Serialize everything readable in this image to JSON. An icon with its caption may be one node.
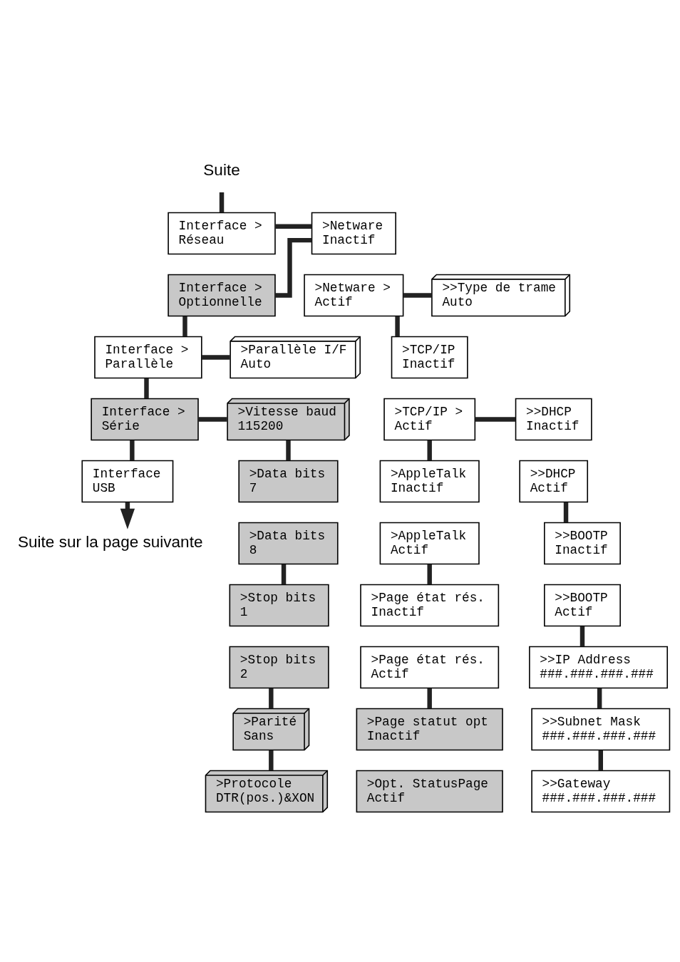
{
  "diagram": {
    "nodes": [
      {
        "text": [
          "Suite"
        ]
      },
      {
        "text": [
          "Interface >",
          "Réseau"
        ]
      },
      {
        "text": [
          "Interface >",
          "Optionnelle"
        ]
      },
      {
        "text": [
          "Interface >",
          "Parallèle"
        ]
      },
      {
        "text": [
          "Interface >",
          "Série"
        ]
      },
      {
        "text": [
          "Interface",
          "USB"
        ]
      },
      {
        "text": [
          "Suite sur la page suivante"
        ]
      },
      {
        "text": [
          ">Netware",
          "Inactif"
        ]
      },
      {
        "text": [
          ">Netware >",
          "Actif"
        ]
      },
      {
        "text": [
          ">TCP/IP",
          "Inactif"
        ]
      },
      {
        "text": [
          ">TCP/IP >",
          "Actif"
        ]
      },
      {
        "text": [
          ">AppleTalk",
          "Inactif"
        ]
      },
      {
        "text": [
          ">AppleTalk",
          "Actif"
        ]
      },
      {
        "text": [
          ">Page état rés.",
          "Inactif"
        ]
      },
      {
        "text": [
          ">Page état rés.",
          "Actif"
        ]
      },
      {
        "text": [
          ">Page statut opt",
          "Inactif"
        ]
      },
      {
        "text": [
          ">Opt. StatusPage",
          "Actif"
        ]
      },
      {
        "text": [
          ">Parallèle I/F",
          "Auto"
        ]
      },
      {
        "text": [
          ">Vitesse baud",
          "115200"
        ]
      },
      {
        "text": [
          ">Data bits",
          "7"
        ]
      },
      {
        "text": [
          ">Data bits",
          "8"
        ]
      },
      {
        "text": [
          ">Stop bits",
          "1"
        ]
      },
      {
        "text": [
          ">Stop bits",
          "2"
        ]
      },
      {
        "text": [
          ">Parité",
          "Sans"
        ]
      },
      {
        "text": [
          ">Protocole",
          "DTR(pos.)&XON"
        ]
      },
      {
        "text": [
          ">>Type de trame",
          "Auto"
        ]
      },
      {
        "text": [
          ">>DHCP",
          "Inactif"
        ]
      },
      {
        "text": [
          ">>DHCP",
          "Actif"
        ]
      },
      {
        "text": [
          ">>BOOTP",
          "Inactif"
        ]
      },
      {
        "text": [
          ">>BOOTP",
          "Actif"
        ]
      },
      {
        "text": [
          ">>IP Address",
          "###.###.###.###"
        ]
      },
      {
        "text": [
          ">>Subnet Mask",
          "###.###.###.###"
        ]
      },
      {
        "text": [
          ">>Gateway",
          "###.###.###.###"
        ]
      }
    ],
    "edges": [
      {
        "from": 0,
        "to": 1,
        "arrow": "none"
      },
      {
        "from": 2,
        "to": 3,
        "arrow": "none"
      },
      {
        "from": 3,
        "to": 4,
        "arrow": "none"
      },
      {
        "from": 4,
        "to": 5,
        "arrow": "none"
      },
      {
        "from": 5,
        "to": 6,
        "arrow": "to"
      },
      {
        "from": 1,
        "to": 7,
        "arrow": "none"
      },
      {
        "from": 2,
        "to": 7,
        "arrow": "none"
      },
      {
        "from": 8,
        "to": 9,
        "arrow": "none"
      },
      {
        "from": 10,
        "to": 11,
        "arrow": "none"
      },
      {
        "from": 12,
        "to": 13,
        "arrow": "none"
      },
      {
        "from": 14,
        "to": 15,
        "arrow": "none"
      },
      {
        "from": 8,
        "to": 25,
        "arrow": "none"
      },
      {
        "from": 10,
        "to": 26,
        "arrow": "none"
      },
      {
        "from": 27,
        "to": 28,
        "arrow": "none"
      },
      {
        "from": 29,
        "to": 30,
        "arrow": "none"
      },
      {
        "from": 30,
        "to": 31,
        "arrow": "none"
      },
      {
        "from": 31,
        "to": 32,
        "arrow": "none"
      },
      {
        "from": 3,
        "to": 17,
        "arrow": "none"
      },
      {
        "from": 4,
        "to": 18,
        "arrow": "none"
      },
      {
        "from": 18,
        "to": 19,
        "arrow": "none"
      },
      {
        "from": 20,
        "to": 21,
        "arrow": "none"
      },
      {
        "from": 22,
        "to": 23,
        "arrow": "none"
      },
      {
        "from": 23,
        "to": 24,
        "arrow": "none"
      }
    ]
  }
}
